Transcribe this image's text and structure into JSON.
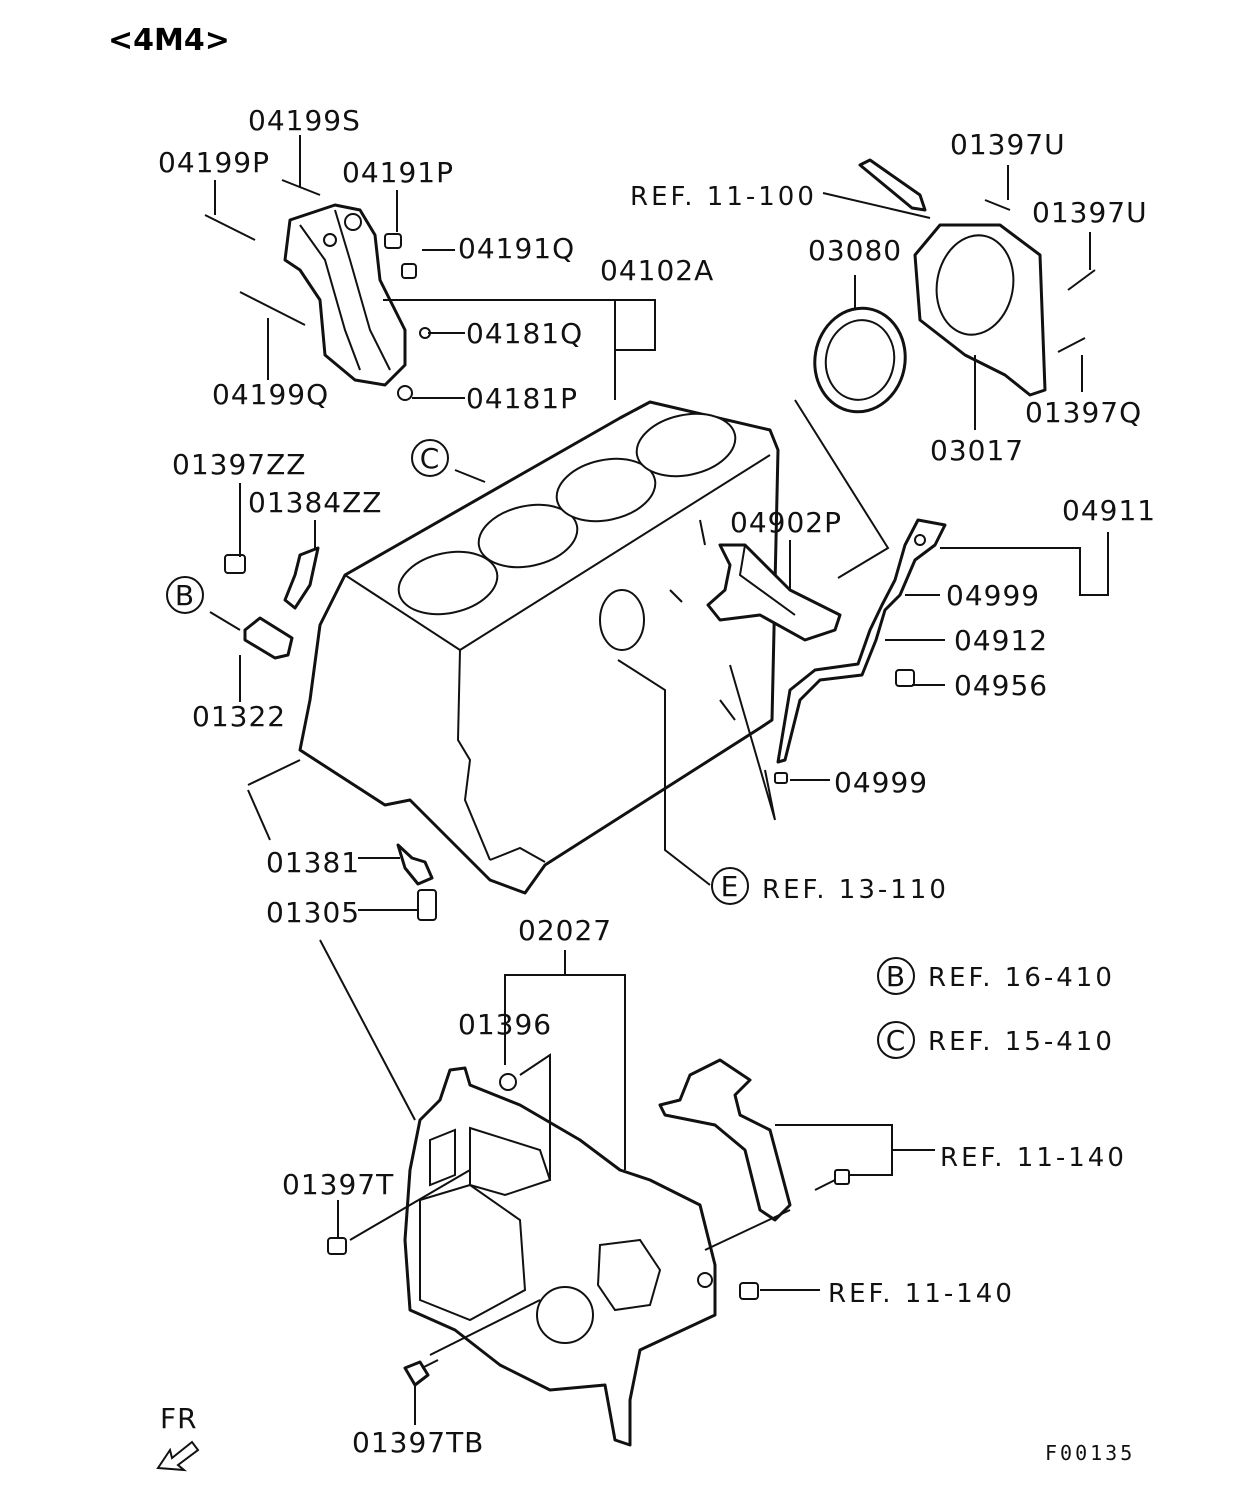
{
  "title": "<4M4>",
  "figure_code": "F00135",
  "fr_label": "FR",
  "part_labels": {
    "p04199S": "04199S",
    "p04199P": "04199P",
    "p04191P": "04191P",
    "p04191Q": "04191Q",
    "p04102A": "04102A",
    "p04181Q": "04181Q",
    "p04199Q": "04199Q",
    "p04181P": "04181P",
    "p01397ZZ": "01397ZZ",
    "p01384ZZ": "01384ZZ",
    "p01322": "01322",
    "p01381": "01381",
    "p01305": "01305",
    "p02027": "02027",
    "p01396": "01396",
    "p01397T": "01397T",
    "p01397TB": "01397TB",
    "p01397U_a": "01397U",
    "p01397U_b": "01397U",
    "p03080": "03080",
    "p03017": "03017",
    "p01397Q": "01397Q",
    "p04902P": "04902P",
    "p04911": "04911",
    "p04999_a": "04999",
    "p04912": "04912",
    "p04956": "04956",
    "p04999_b": "04999"
  },
  "references": {
    "ref_11_100": "REF. 11-100",
    "ref_13_110": "REF. 13-110",
    "ref_16_410": "REF. 16-410",
    "ref_15_410": "REF. 15-410",
    "ref_11_140_a": "REF. 11-140",
    "ref_11_140_b": "REF. 11-140"
  },
  "markers": {
    "b_left": "B",
    "c_top": "C",
    "e_ref": "E",
    "b_legend": "B",
    "c_legend": "C"
  }
}
